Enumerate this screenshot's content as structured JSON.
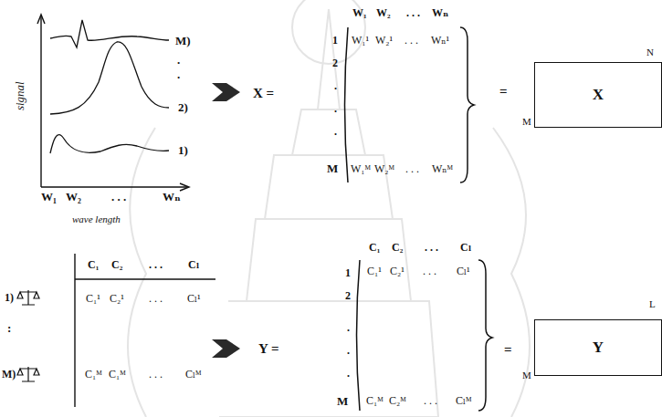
{
  "diagram": {
    "nodes": [
      {
        "text": [
          "X"
        ]
      },
      {
        "text": [
          "Y"
        ]
      }
    ],
    "labels": [
      "signal",
      "M)",
      ".",
      ".",
      "2)",
      "1)",
      "W₁",
      "W₂",
      ". . .",
      "Wₙ",
      "wave length",
      "X =",
      "W₁",
      "W₂",
      ". . .",
      "Wₙ",
      "1",
      "2",
      ".",
      ".",
      ".",
      "M",
      "W₁¹",
      "W₂¹",
      ". . .",
      "Wₙ¹",
      "W₁ᴹ",
      "W₂ᴹ",
      ". . .",
      "Wₙᴹ",
      "=",
      "N",
      "M",
      "C₁",
      "C₂",
      ". . .",
      "Cₗ",
      "1)",
      "C₁¹",
      "C₂¹",
      ". . .",
      "Cₗ¹",
      ":",
      "M)",
      "C₁ᴹ",
      "C₁ᴹ",
      ". . .",
      "Cₗᴹ",
      "Y =",
      "C₁",
      "C₂",
      ". . .",
      "Cₗ",
      "1",
      "2",
      ".",
      ".",
      ".",
      "M",
      "C₁¹",
      "C₂¹",
      ". . .",
      "Cₗ¹",
      "C₁ᴹ",
      "C₂ᴹ",
      ". . .",
      "Cₗᴹ",
      "=",
      "L",
      "M"
    ]
  }
}
